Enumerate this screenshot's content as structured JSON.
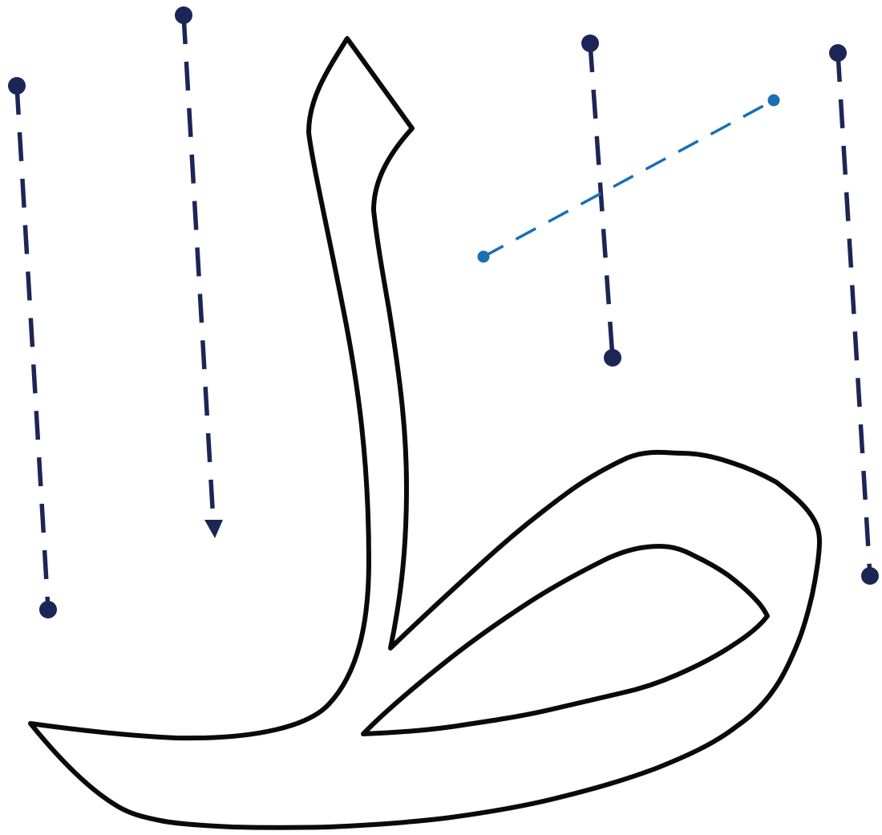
{
  "diagram": {
    "kind": "stroke-order-guide",
    "glyph_outline_color": "#0a0a0a",
    "glyph_fill_color": "#ffffff",
    "stroke_color_primary": "#1c2656",
    "stroke_color_secondary": "#1a6fb5",
    "strokes": [
      {
        "id": "stroke-1",
        "end_style": "dot",
        "color_role": "primary"
      },
      {
        "id": "stroke-2",
        "end_style": "arrow",
        "color_role": "primary"
      },
      {
        "id": "stroke-3",
        "end_style": "dot",
        "color_role": "primary"
      },
      {
        "id": "stroke-4",
        "end_style": "dot",
        "color_role": "primary"
      },
      {
        "id": "stroke-5",
        "end_style": "small-dot",
        "color_role": "secondary"
      }
    ]
  }
}
